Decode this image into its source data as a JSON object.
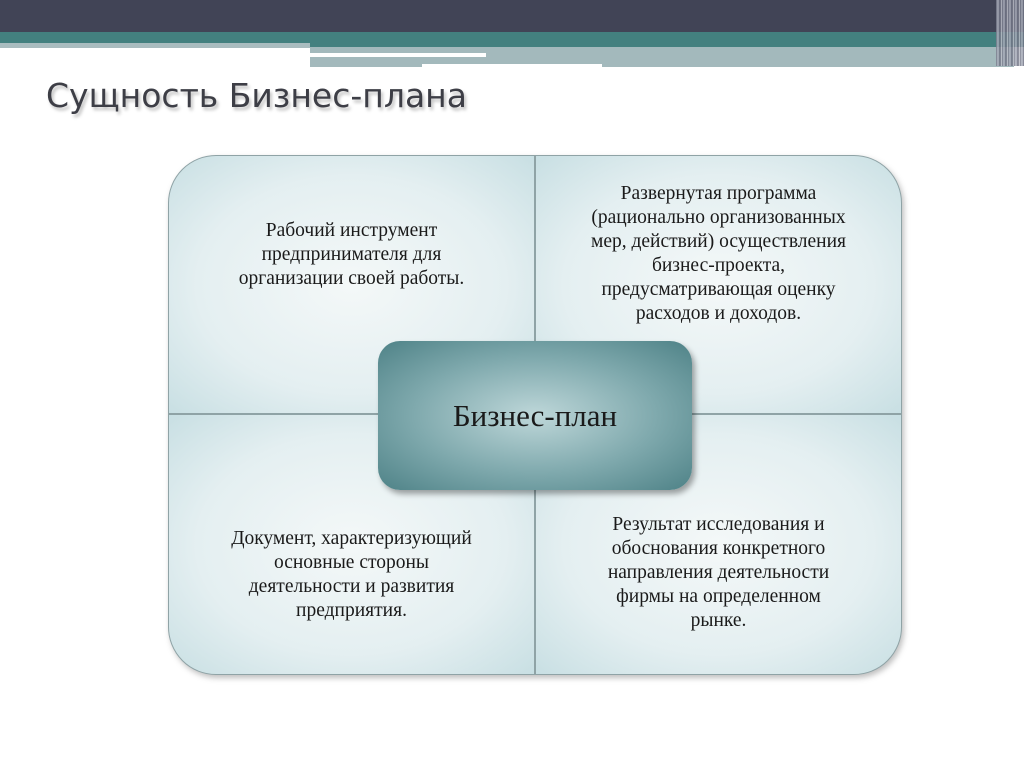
{
  "slide": {
    "title": "Сущность Бизнес-плана",
    "colors": {
      "header_dark": "#414456",
      "header_teal": "#43807f",
      "header_light": "#a3b9bc",
      "center_box": "#5e8f93",
      "quadrant_fill": "#e4eff1",
      "title_text": "#3d3e46"
    }
  },
  "diagram": {
    "center": {
      "label": "Бизнес-план"
    },
    "quadrants": [
      {
        "position": "top-left",
        "text": "Рабочий инструмент\nпредпринимателя для\nорганизации своей работы."
      },
      {
        "position": "top-right",
        "text": "Развернутая программа\n(рационально организованных\nмер, действий) осуществления\nбизнес-проекта,\nпредусматривающая оценку\nрасходов и доходов."
      },
      {
        "position": "bottom-left",
        "text": "Документ, характеризующий\nосновные стороны\nдеятельности и развития\nпредприятия."
      },
      {
        "position": "bottom-right",
        "text": "Результат исследования и\nобоснования конкретного\nнаправления деятельности\nфирмы на определенном\nрынке."
      }
    ]
  }
}
